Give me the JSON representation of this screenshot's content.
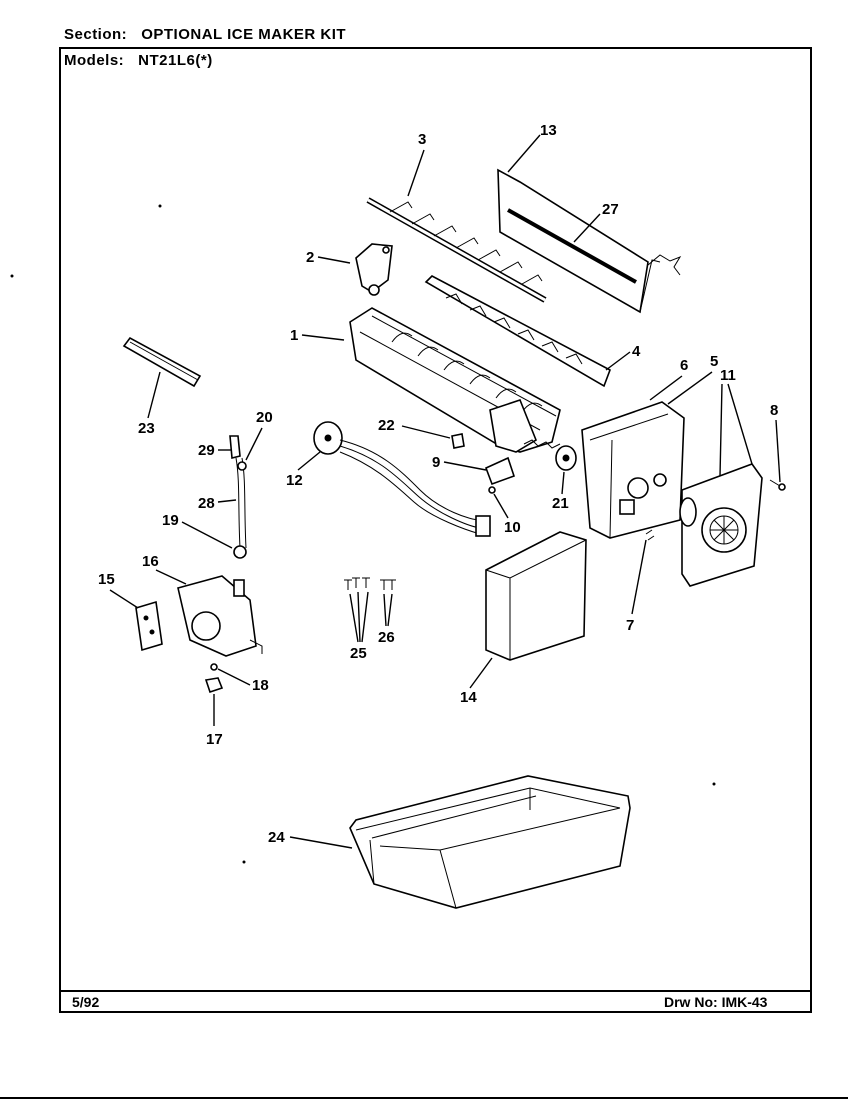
{
  "header": {
    "section_label": "Section:",
    "section_value": "OPTIONAL ICE MAKER KIT",
    "models_label": "Models:",
    "models_value": "NT21L6(*)"
  },
  "footer": {
    "date": "5/92",
    "drawing_label": "Drw No:",
    "drawing_number": "IMK-43"
  },
  "callouts": {
    "c1": "1",
    "c2": "2",
    "c3": "3",
    "c4": "4",
    "c5": "5",
    "c6": "6",
    "c7": "7",
    "c8": "8",
    "c9": "9",
    "c10": "10",
    "c11": "11",
    "c12": "12",
    "c13": "13",
    "c14": "14",
    "c15": "15",
    "c16": "16",
    "c17": "17",
    "c18": "18",
    "c19": "19",
    "c20": "20",
    "c21": "21",
    "c22": "22",
    "c23": "23",
    "c24": "24",
    "c25": "25",
    "c26": "26",
    "c27": "27",
    "c28": "28",
    "c29": "29"
  }
}
